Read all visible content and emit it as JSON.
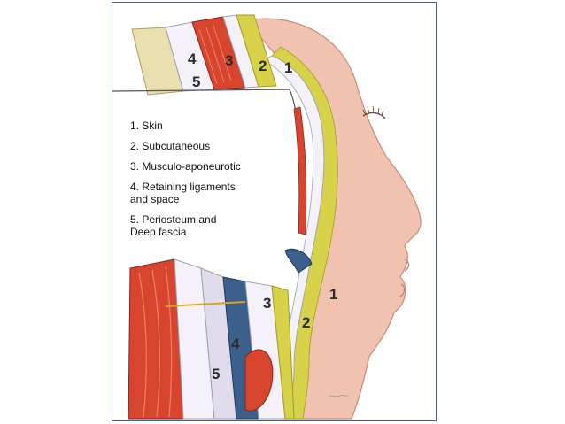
{
  "legend": {
    "items": [
      {
        "text": "1. Skin"
      },
      {
        "text": "2. Subcutaneous"
      },
      {
        "text": "3. Musculo-aponeurotic"
      },
      {
        "text": "4. Retaining ligaments\nand space"
      },
      {
        "text": "5. Periosteum and\nDeep fascia"
      }
    ]
  },
  "labels": {
    "top_1": "1",
    "top_2": "2",
    "top_3": "3",
    "top_4": "4",
    "top_5": "5",
    "bottom_1": "1",
    "bottom_2": "2",
    "bottom_3": "3",
    "bottom_4": "4",
    "bottom_5": "5"
  },
  "colors": {
    "frame": "#4a5a9a",
    "skin": "#f2c2b0",
    "skin_dark": "#e0a08c",
    "fat": "#d8d24a",
    "muscle": "#d8452f",
    "fascia": "#e9e6f0",
    "periosteum": "#eadfae",
    "ligament_blue": "#3d5f8c"
  }
}
